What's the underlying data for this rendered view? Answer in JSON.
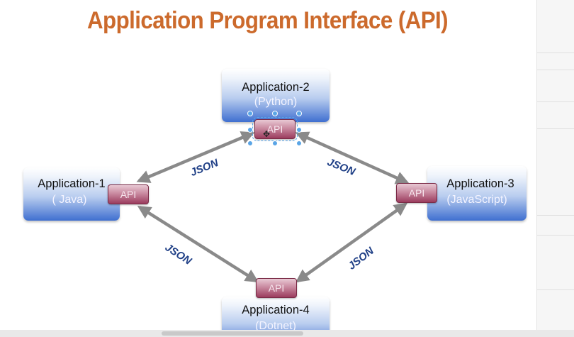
{
  "title": "Application Program Interface (API)",
  "applications": [
    {
      "id": "app-1",
      "name": "Application-1",
      "language": "( Java)"
    },
    {
      "id": "app-2",
      "name": "Application-2",
      "language": "(Python)"
    },
    {
      "id": "app-3",
      "name": "Application-3",
      "language": "(JavaScript)"
    },
    {
      "id": "app-4",
      "name": "Application-4",
      "language": "(Dotnet)"
    }
  ],
  "api_label": "API",
  "connections": [
    {
      "from": "app-1",
      "to": "app-2",
      "label": "JSON"
    },
    {
      "from": "app-2",
      "to": "app-3",
      "label": "JSON"
    },
    {
      "from": "app-1",
      "to": "app-4",
      "label": "JSON"
    },
    {
      "from": "app-4",
      "to": "app-3",
      "label": "JSON"
    }
  ],
  "colors": {
    "title": "#cc6a2c",
    "app_box_gradient_bottom": "#3f6fd0",
    "api_chip": "#9b3c5e",
    "arrow": "#8a8a8a",
    "json_label": "#1f3f86",
    "selection_handle": "#5aa5e6"
  },
  "selection": {
    "selected_element": "api-chip-app-2"
  }
}
